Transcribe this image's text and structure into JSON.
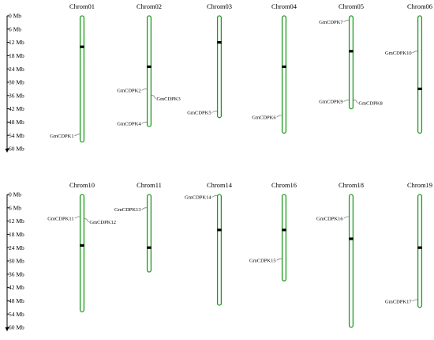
{
  "axis": {
    "unit": "Mb",
    "ticks": [
      "0 Mb",
      "6 Mb",
      "12 Mb",
      "18 Mb",
      "24 Mb",
      "30 Mb",
      "36 Mb",
      "42 Mb",
      "48 Mb",
      "54 Mb",
      "60 Mb"
    ],
    "tick_values": [
      0,
      6,
      12,
      18,
      24,
      30,
      36,
      42,
      48,
      54,
      60
    ]
  },
  "colors": {
    "chromosome": "#1f9a1f",
    "centromere": "#000000",
    "text": "#000000"
  },
  "panels": [
    {
      "chromosomes": [
        {
          "name": "Chrom01",
          "length": 57,
          "centromere": 14,
          "genes": [
            {
              "name": "GmCDPK1",
              "pos": 53.5,
              "side": "left"
            }
          ]
        },
        {
          "name": "Chrom02",
          "length": 50,
          "centromere": 23,
          "genes": [
            {
              "name": "GmCDPK2",
              "pos": 33,
              "side": "left"
            },
            {
              "name": "GmCDPK3",
              "pos": 36,
              "side": "right"
            },
            {
              "name": "GmCDPK4",
              "pos": 48,
              "side": "left"
            }
          ]
        },
        {
          "name": "Chrom03",
          "length": 46,
          "centromere": 12,
          "genes": [
            {
              "name": "GmCDPK5",
              "pos": 43,
              "side": "left"
            }
          ]
        },
        {
          "name": "Chrom04",
          "length": 53,
          "centromere": 23,
          "genes": [
            {
              "name": "GmCDPK6",
              "pos": 45,
              "side": "left"
            }
          ]
        },
        {
          "name": "Chrom05",
          "length": 42,
          "centromere": 16,
          "genes": [
            {
              "name": "GmCDPK7",
              "pos": 2,
              "side": "left"
            },
            {
              "name": "GmCDPK8",
              "pos": 38,
              "side": "right"
            },
            {
              "name": "GmCDPK9",
              "pos": 38,
              "side": "left"
            }
          ]
        },
        {
          "name": "Chrom06",
          "length": 53,
          "centromere": 33,
          "genes": [
            {
              "name": "GmCDPK10",
              "pos": 16,
              "side": "left"
            }
          ]
        }
      ]
    },
    {
      "chromosomes": [
        {
          "name": "Chrom10",
          "length": 53,
          "centromere": 23,
          "genes": [
            {
              "name": "GmCDPK11",
              "pos": 10,
              "side": "left"
            },
            {
              "name": "GmCDPK12",
              "pos": 11,
              "side": "right"
            }
          ]
        },
        {
          "name": "Chrom11",
          "length": 35,
          "centromere": 24,
          "genes": [
            {
              "name": "GmCDPK13",
              "pos": 6,
              "side": "left"
            }
          ]
        },
        {
          "name": "Chrom14",
          "length": 50,
          "centromere": 16,
          "genes": [
            {
              "name": "GmCDPK14",
              "pos": 0.5,
              "side": "left"
            }
          ]
        },
        {
          "name": "Chrom16",
          "length": 39,
          "centromere": 16,
          "genes": [
            {
              "name": "GmCDPK15",
              "pos": 29,
              "side": "left"
            }
          ]
        },
        {
          "name": "Chrom18",
          "length": 60,
          "centromere": 20,
          "genes": [
            {
              "name": "GmCDPK16",
              "pos": 10,
              "side": "left"
            }
          ]
        },
        {
          "name": "Chrom19",
          "length": 51,
          "centromere": 24,
          "genes": [
            {
              "name": "GmCDPK17",
              "pos": 47.5,
              "side": "left"
            }
          ]
        }
      ]
    }
  ]
}
